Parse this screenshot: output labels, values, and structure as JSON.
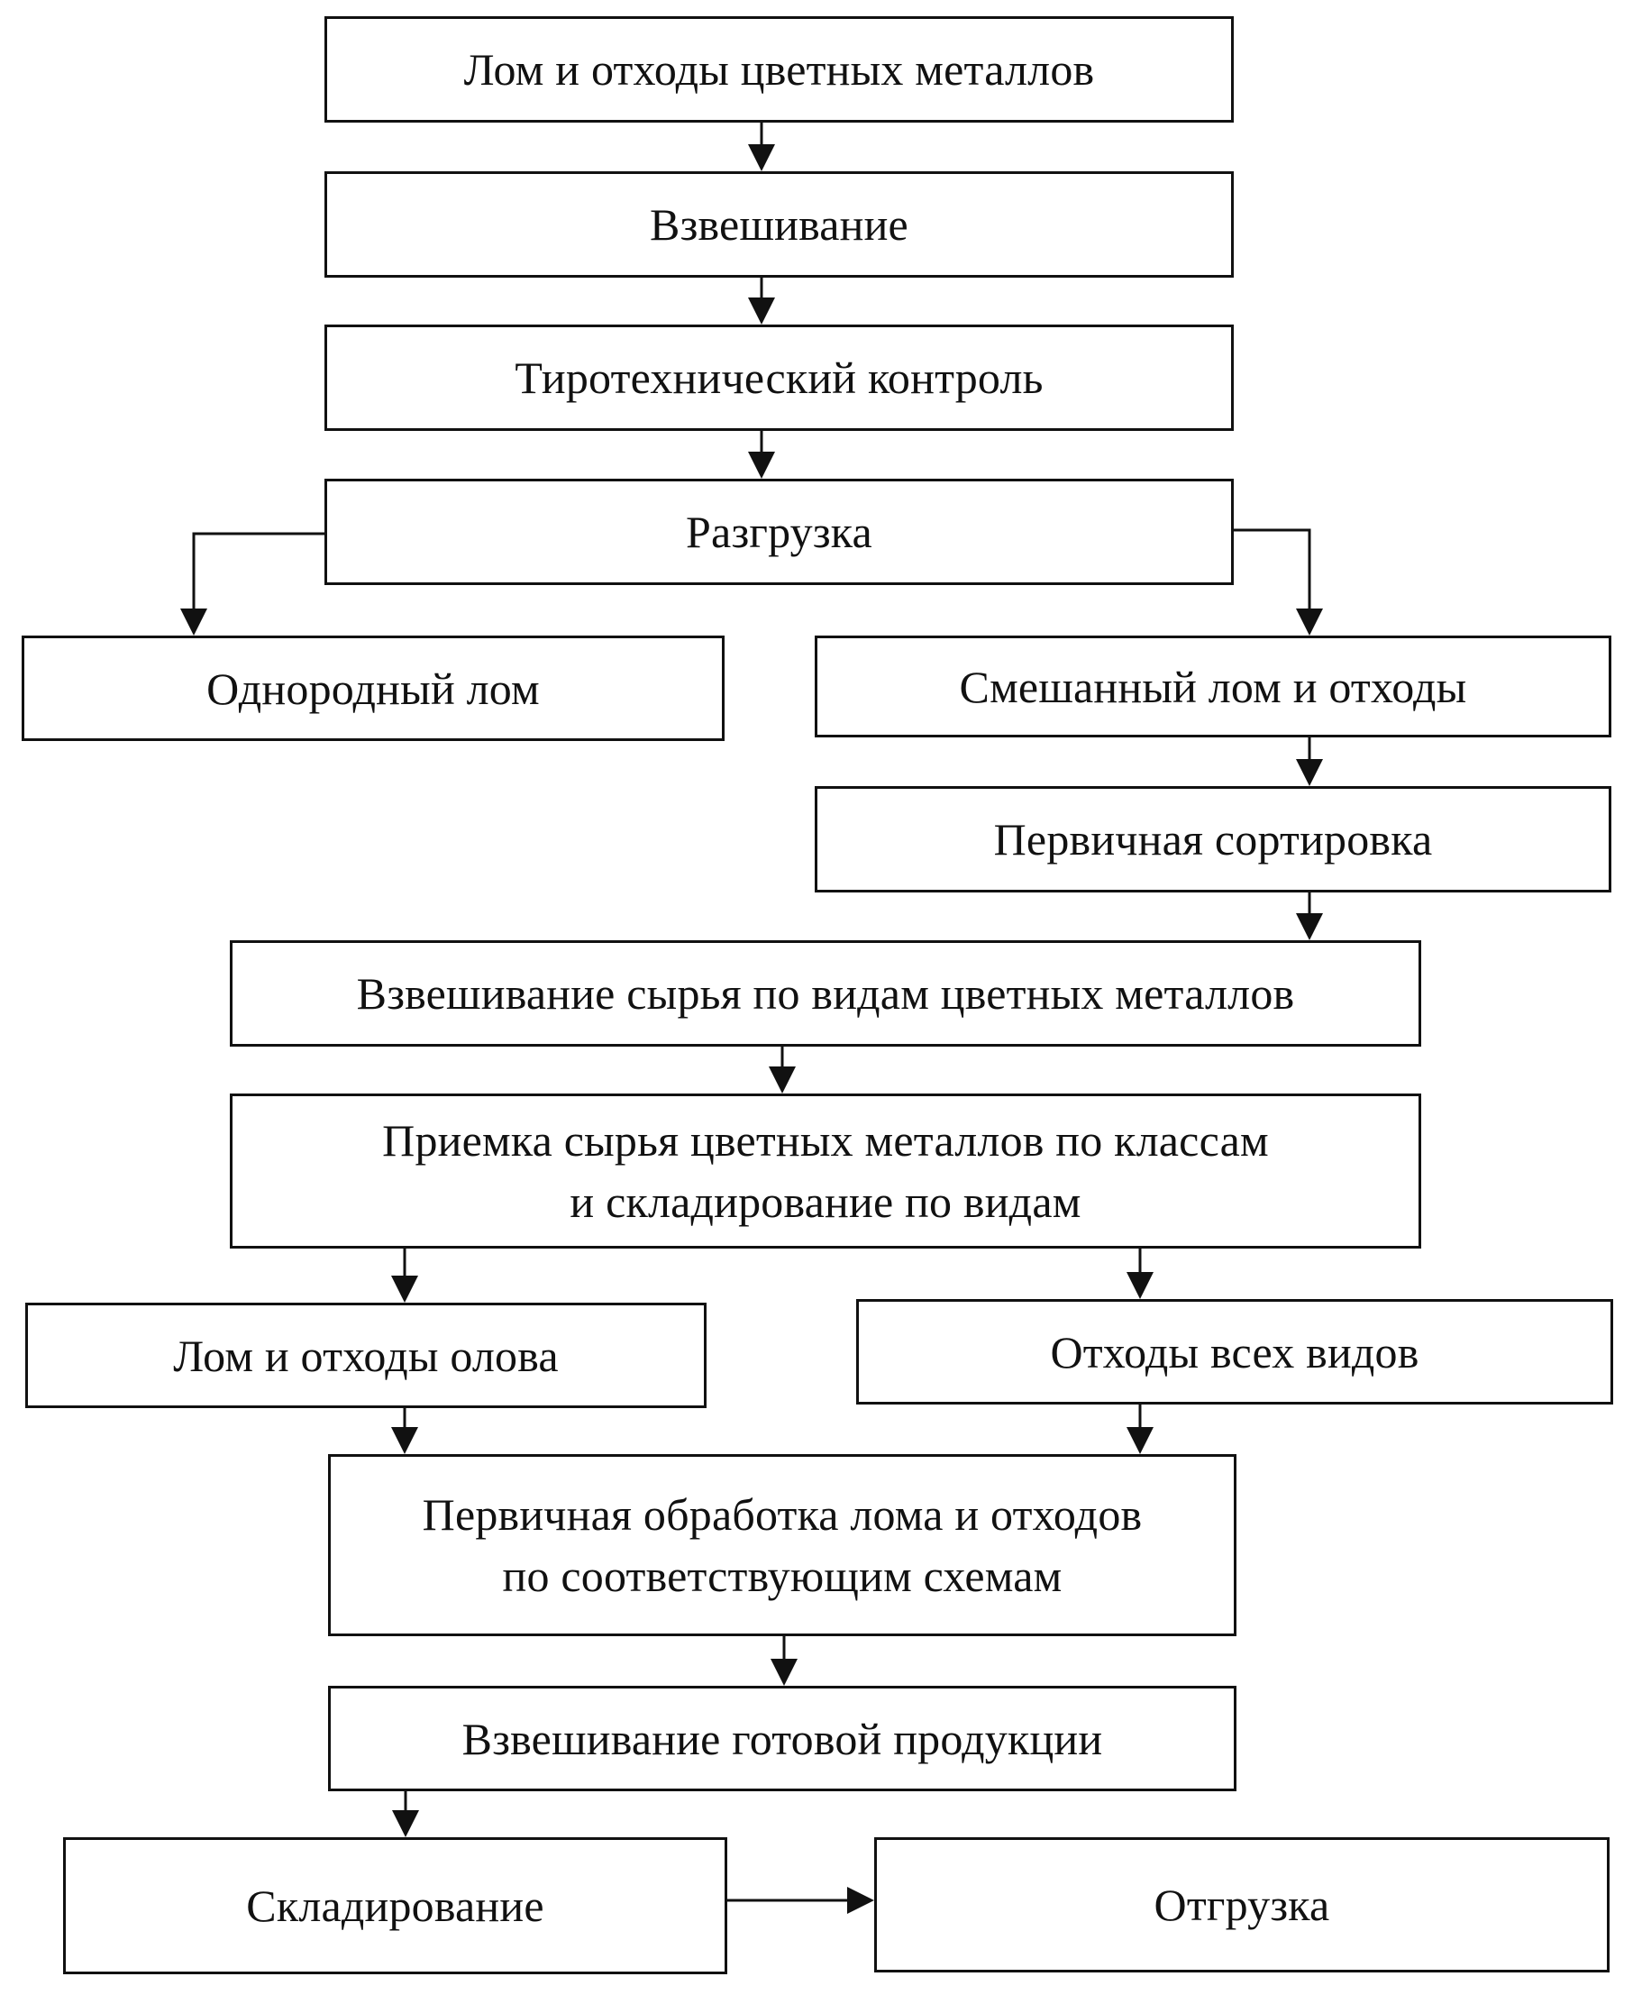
{
  "nodes": {
    "n1": "Лом и отходы цветных металлов",
    "n2": "Взвешивание",
    "n3": "Тиротехнический контроль",
    "n4": "Разгрузка",
    "n5": "Однородный лом",
    "n6": "Смешанный лом и отходы",
    "n7": "Первичная сортировка",
    "n8": "Взвешивание сырья по видам цветных металлов",
    "n9": [
      "Приемка сырья цветных металлов по классам",
      "и складирование по видам"
    ],
    "n10": "Лом и отходы олова",
    "n11": "Отходы всех видов",
    "n12": [
      "Первичная обработка лома и отходов",
      "по соответствующим схемам"
    ],
    "n13": "Взвешивание готовой продукции",
    "n14": "Складирование",
    "n15": "Отгрузка"
  },
  "edges": [
    [
      "n1",
      "n2"
    ],
    [
      "n2",
      "n3"
    ],
    [
      "n3",
      "n4"
    ],
    [
      "n4",
      "n5"
    ],
    [
      "n4",
      "n6"
    ],
    [
      "n6",
      "n7"
    ],
    [
      "n7",
      "n8"
    ],
    [
      "n8",
      "n9"
    ],
    [
      "n9",
      "n10"
    ],
    [
      "n9",
      "n11"
    ],
    [
      "n10",
      "n12"
    ],
    [
      "n11",
      "n12"
    ],
    [
      "n12",
      "n13"
    ],
    [
      "n13",
      "n14"
    ],
    [
      "n14",
      "n15"
    ]
  ],
  "colors": {
    "line": "#111111",
    "background": "#ffffff"
  }
}
